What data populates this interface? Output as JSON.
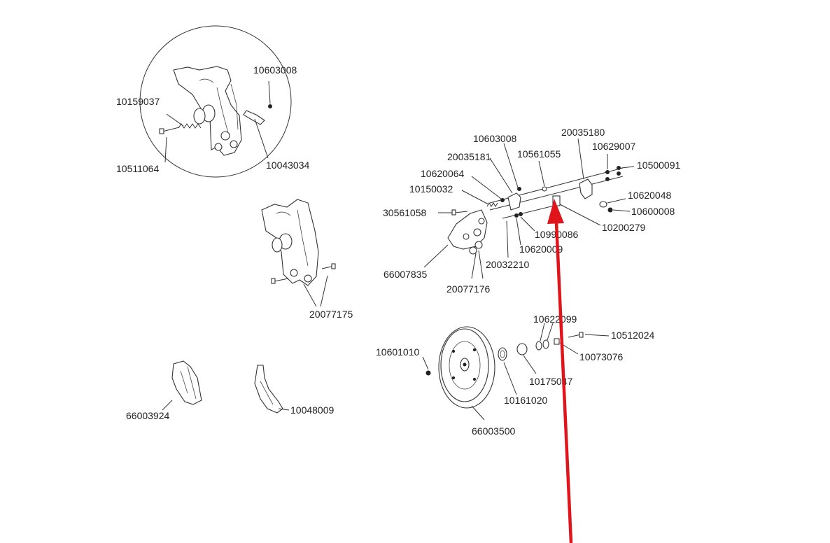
{
  "labels": {
    "p_10603008_a": "10603008",
    "p_10159037": "10159037",
    "p_10511064": "10511064",
    "p_10043034": "10043034",
    "p_20077175": "20077175",
    "p_66003924": "66003924",
    "p_10048009": "10048009",
    "p_10603008_b": "10603008",
    "p_20035180": "20035180",
    "p_10629007": "10629007",
    "p_20035181": "20035181",
    "p_10561055": "10561055",
    "p_10500091": "10500091",
    "p_10620064": "10620064",
    "p_10150032": "10150032",
    "p_10620048": "10620048",
    "p_10600008": "10600008",
    "p_30561058": "30561058",
    "p_10990086": "10990086",
    "p_10200279": "10200279",
    "p_10620009": "10620009",
    "p_20032210": "20032210",
    "p_66007835": "66007835",
    "p_20077176": "20077176",
    "p_10622099": "10622099",
    "p_10512024": "10512024",
    "p_10601010": "10601010",
    "p_10073076": "10073076",
    "p_10175047": "10175047",
    "p_10161020": "10161020",
    "p_66003500": "66003500"
  },
  "colors": {
    "arrow": "#e0141b",
    "line": "#333333",
    "background": "#ffffff"
  }
}
